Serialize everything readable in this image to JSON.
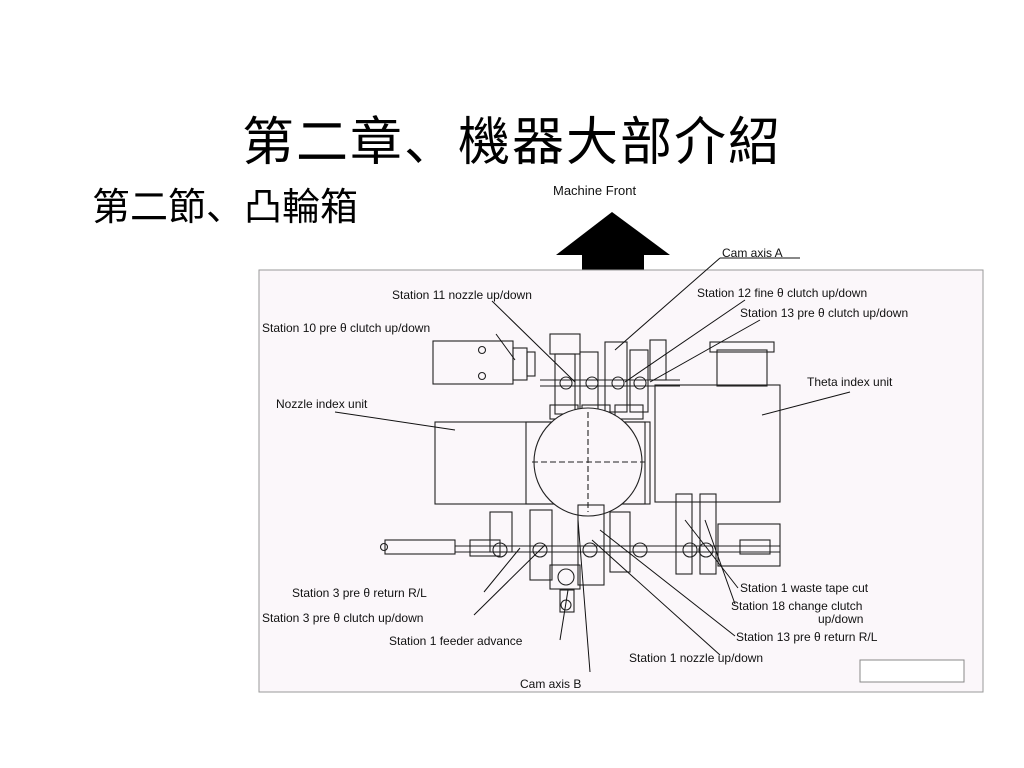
{
  "slide": {
    "title": "第二章、機器大部介紹",
    "subtitle": "第二節、凸輪箱"
  },
  "figure": {
    "direction_label": "Machine Front",
    "labels": {
      "cam_axis_a": "Cam axis A",
      "station11_nozzle": "Station 11 nozzle up/down",
      "station12_fine": "Station 12 fine θ clutch up/down",
      "station13_pre_clutch": "Station 13 pre θ clutch up/down",
      "station10_pre": "Station 10 pre θ clutch up/down",
      "theta_index": "Theta index unit",
      "nozzle_index": "Nozzle index unit",
      "station3_return": "Station 3 pre θ return R/L",
      "station3_clutch": "Station 3 pre θ clutch up/down",
      "station1_feeder": "Station 1 feeder advance",
      "cam_axis_b": "Cam axis B",
      "station1_waste": "Station 1 waste tape cut",
      "station18_line1": "Station 18 change clutch",
      "station18_line2": "up/down",
      "station13_return": "Station 13 pre θ return R/L",
      "station1_nozzle": "Station 1 nozzle up/down"
    }
  }
}
